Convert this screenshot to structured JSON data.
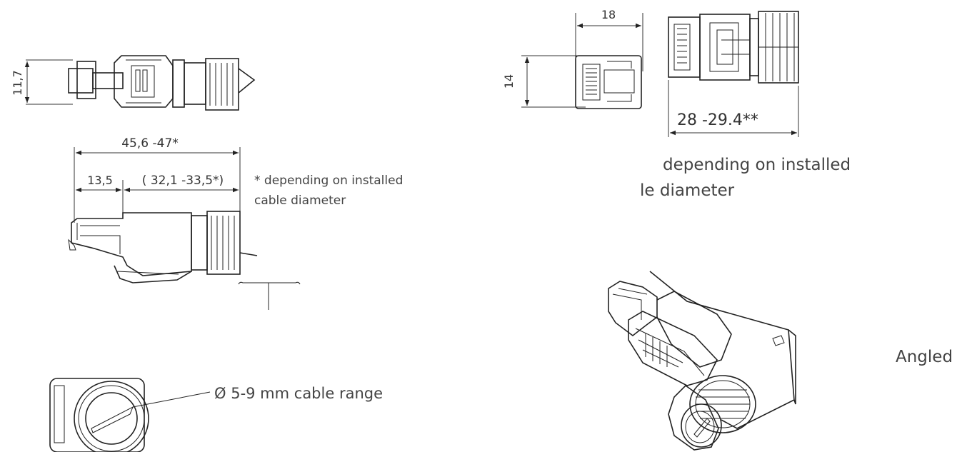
{
  "dimensions": {
    "height_left": "11,7",
    "overall_length": "45,6 -47*",
    "front_length": "13,5",
    "rear_length": "( 32,1 -33,5*)",
    "width_right": "18",
    "height_right": "14",
    "length_right": "28  -29.4**"
  },
  "notes": {
    "left_line1": "* depending on installed",
    "left_line2": "cable diameter",
    "right_line1": "depending on installed",
    "right_line2": "le diameter",
    "cable_range": "Ø 5-9 mm cable range",
    "angled": "Angled"
  },
  "colors": {
    "line": "#222222",
    "text": "#333333",
    "background": "#ffffff"
  }
}
